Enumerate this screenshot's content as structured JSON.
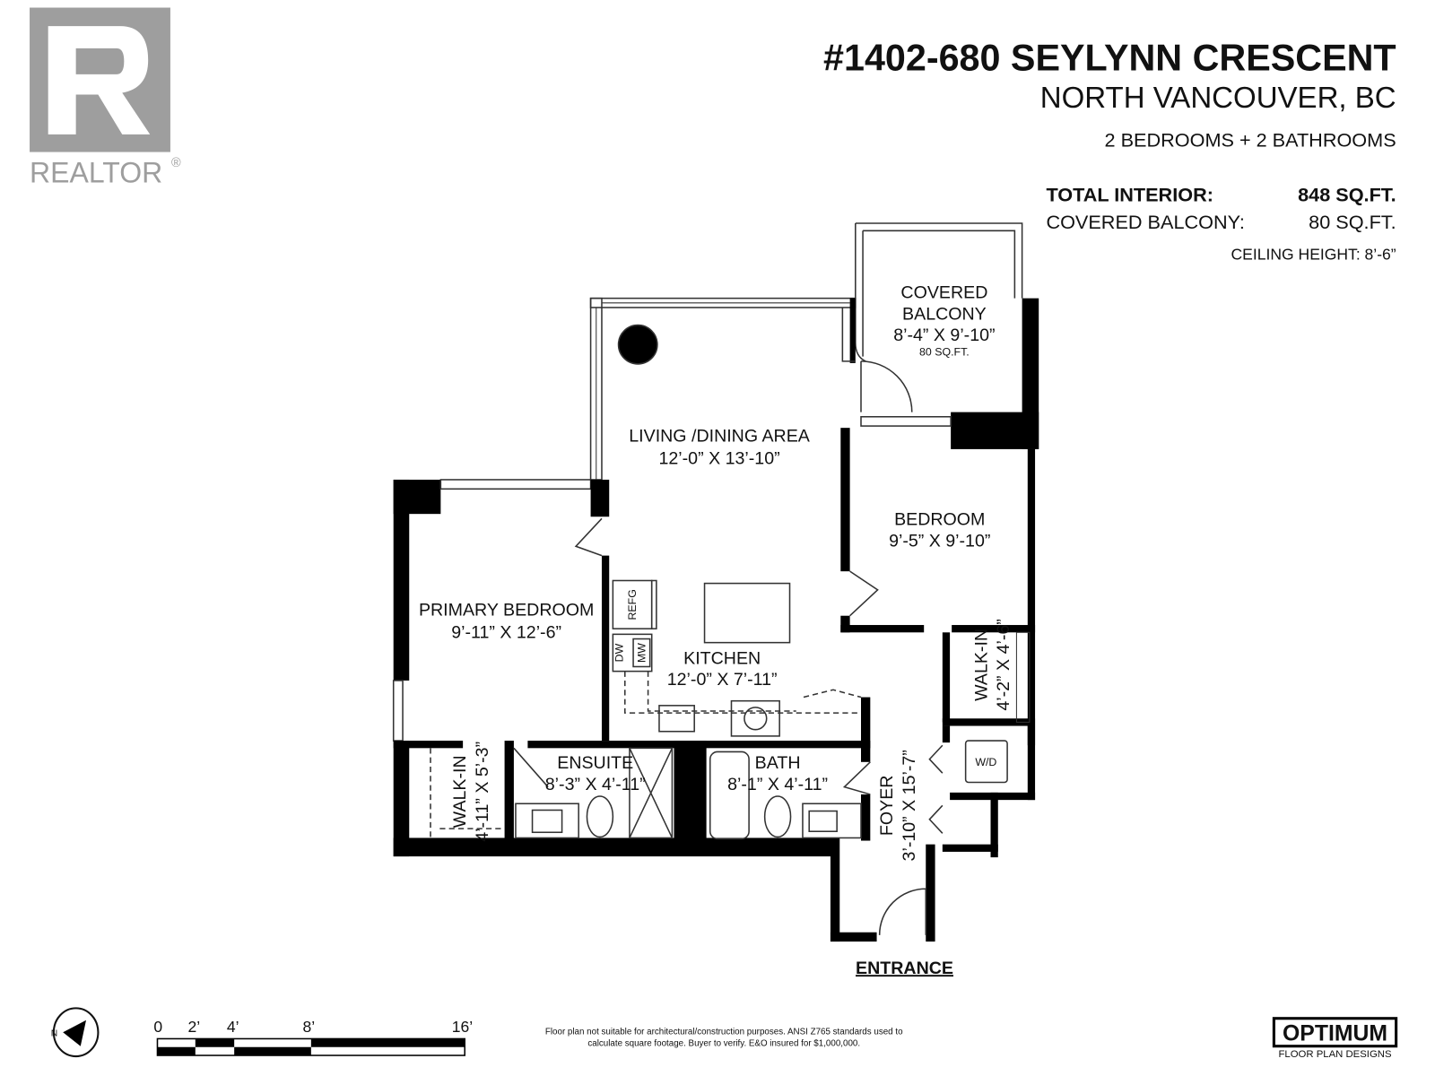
{
  "logo": {
    "text": "REALTOR",
    "mark": "®",
    "color": "#9e9e9e"
  },
  "header": {
    "address": "#1402-680 SEYLYNN CRESCENT",
    "city": "NORTH VANCOUVER, BC",
    "summary": "2 BEDROOMS + 2 BATHROOMS",
    "stats": [
      {
        "label": "TOTAL INTERIOR:",
        "value": "848 SQ.FT."
      },
      {
        "label": "COVERED BALCONY:",
        "value": "80 SQ.FT."
      }
    ],
    "ceiling": "CEILING HEIGHT: 8’-6”"
  },
  "rooms": {
    "balcony": {
      "name1": "COVERED",
      "name2": "BALCONY",
      "dims": "8’-4” X 9’-10”",
      "area": "80 SQ.FT."
    },
    "living": {
      "name": "LIVING /DINING AREA",
      "dims": "12’-0” X 13’-10”"
    },
    "bedroom": {
      "name": "BEDROOM",
      "dims": "9’-5” X 9’-10”"
    },
    "primary": {
      "name": "PRIMARY BEDROOM",
      "dims": "9’-11” X 12’-6”"
    },
    "kitchen": {
      "name": "KITCHEN",
      "dims": "12’-0” X 7’-11”"
    },
    "walkin_right": {
      "name": "WALK-IN",
      "dims": "4’-2” X 4’-6”"
    },
    "walkin_left": {
      "name": "WALK-IN",
      "dims": "4’-11” X 5’-3”"
    },
    "ensuite": {
      "name": "ENSUITE",
      "dims": "8’-3” X 4’-11”"
    },
    "bath": {
      "name": "BATH",
      "dims": "8’-1” X 4’-11”"
    },
    "foyer": {
      "name": "FOYER",
      "dims": "3’-10” X 15’-7”"
    }
  },
  "appliances": {
    "refg": "REFG",
    "dw": "DW",
    "mw": "MW",
    "wd": "W/D"
  },
  "entrance": "ENTRANCE",
  "compass": {
    "label": "N",
    "icon": "north-arrow-icon"
  },
  "scale": {
    "ticks": [
      "0",
      "2’",
      "4’",
      "8’",
      "16’"
    ]
  },
  "disclaimer": [
    "Floor plan not suitable for architectural/construction purposes. ANSI Z765 standards used to",
    "calculate square footage. Buyer to verify. E&O insured for $1,000,000."
  ],
  "brand": {
    "name": "OPTIMUM",
    "tagline": "FLOOR PLAN DESIGNS"
  }
}
